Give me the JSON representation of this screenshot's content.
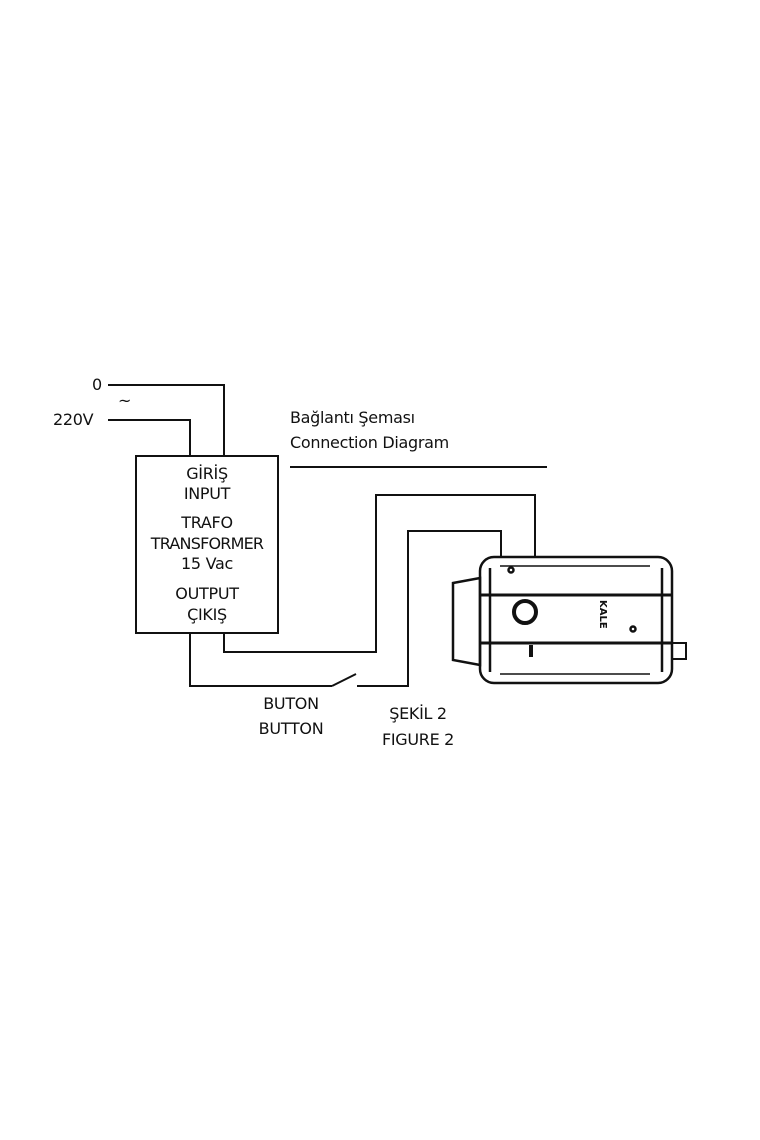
{
  "title": {
    "tr": "Bağlantı Şeması",
    "en": "Connection Diagram"
  },
  "mains": {
    "zero": "0",
    "voltage": "220V",
    "ac_symbol": "~"
  },
  "transformer": {
    "input_tr": "GİRİŞ",
    "input_en": "INPUT",
    "name_tr": "TRAFO",
    "name_en": "TRANSFORMER",
    "rating": "15 Vac",
    "output_en": "OUTPUT",
    "output_tr": "ÇIKIŞ"
  },
  "button": {
    "tr": "BUTON",
    "en": "BUTTON"
  },
  "figure": {
    "tr": "ŞEKİL 2",
    "en": "FIGURE 2"
  },
  "lock": {
    "brand": "KALE"
  }
}
